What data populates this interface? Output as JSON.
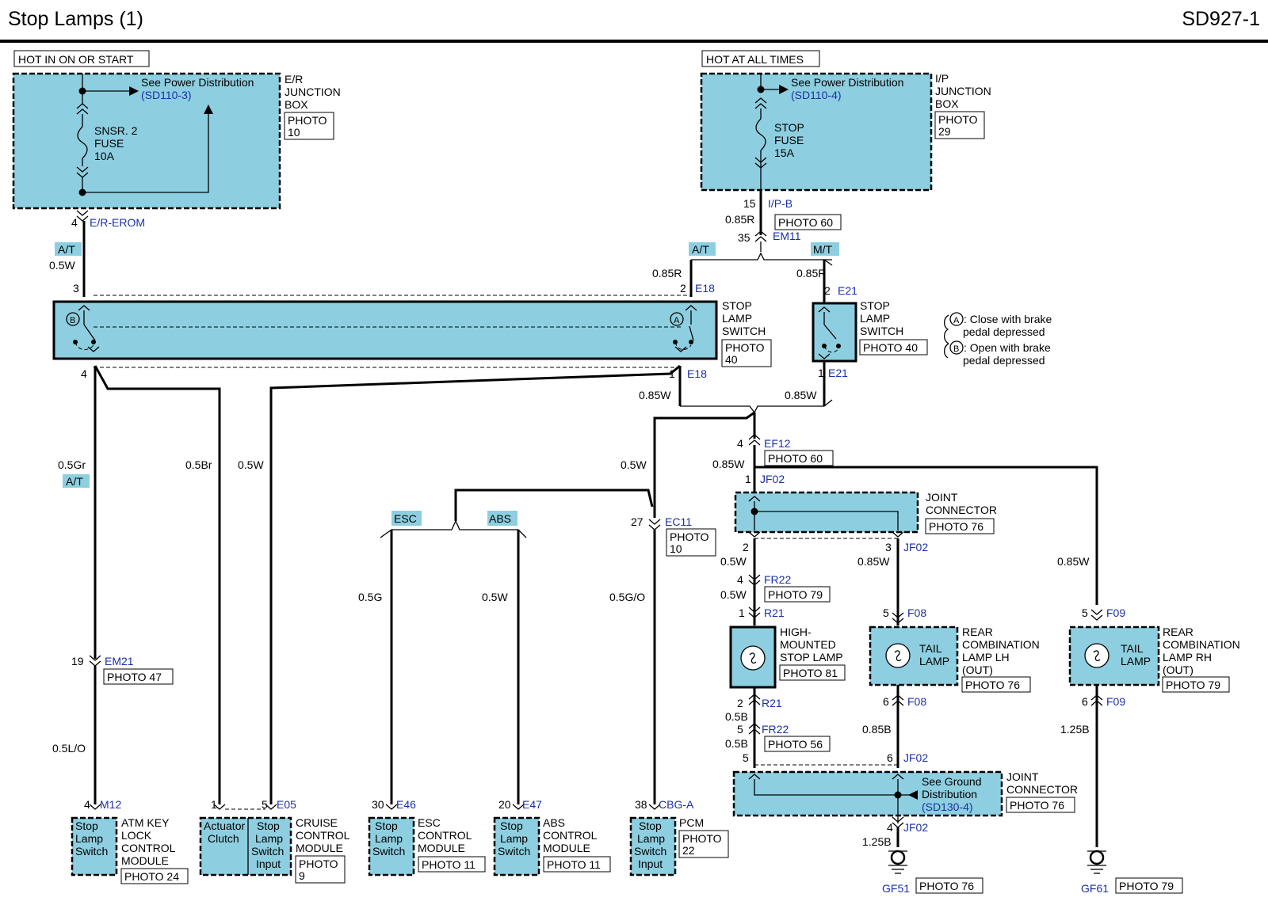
{
  "title": "Stop Lamps (1)",
  "code": "SD927-1",
  "power": {
    "left_source": "HOT IN ON OR START",
    "right_source": "HOT AT ALL TIMES",
    "left_see": "See Power Distribution",
    "left_ref": "(SD110-3)",
    "right_see": "See Power Distribution",
    "right_ref": "(SD110-4)",
    "left_fuse": [
      "SNSR. 2",
      "FUSE",
      "10A"
    ],
    "right_fuse": [
      "STOP",
      "FUSE",
      "15A"
    ],
    "left_box": [
      "E/R",
      "JUNCTION",
      "BOX"
    ],
    "right_box": [
      "I/P",
      "JUNCTION",
      "BOX"
    ],
    "left_photo": [
      "PHOTO",
      "10"
    ],
    "right_photo": [
      "PHOTO",
      "29"
    ]
  },
  "connectors": {
    "er_erom": "E/R-EROM",
    "ipb": "I/P-B",
    "em11": "EM11",
    "e18": "E18",
    "e21": "E21",
    "ef12": "EF12",
    "jf02": "JF02",
    "ec11": "EC11",
    "em21": "EM21",
    "fr22": "FR22",
    "r21": "R21",
    "f08": "F08",
    "f09": "F09",
    "m12": "M12",
    "e05": "E05",
    "e46": "E46",
    "e47": "E47",
    "cbga": "CBG-A",
    "gf51": "GF51",
    "gf61": "GF61"
  },
  "pins": {
    "p4": "4",
    "p3": "3",
    "p2": "2",
    "p1": "1",
    "p5": "5",
    "p6": "6",
    "p15": "15",
    "p35": "35",
    "p19": "19",
    "p27": "27",
    "p30": "30",
    "p20": "20",
    "p38": "38"
  },
  "wires": {
    "w05W": "0.5W",
    "w085R": "0.85R",
    "w05Gr": "0.5Gr",
    "w05Br": "0.5Br",
    "w085W": "0.85W",
    "w05G": "0.5G",
    "w05GO": "0.5G/O",
    "w05LO": "0.5L/O",
    "w05B": "0.5B",
    "w085B": "0.85B",
    "w125B": "1.25B"
  },
  "tags": {
    "at": "A/T",
    "mt": "M/T",
    "esc": "ESC",
    "abs": "ABS"
  },
  "photos": {
    "ph60": "PHOTO 60",
    "ph40": "PHOTO 40",
    "ph40a": "PHOTO",
    "ph40b": "40",
    "ph76": "PHOTO 76",
    "ph10a": "PHOTO",
    "ph10b": "10",
    "ph47": "PHOTO 47",
    "ph79": "PHOTO 79",
    "ph81": "PHOTO 81",
    "ph56": "PHOTO 56",
    "ph24": "PHOTO 24",
    "ph9a": "PHOTO",
    "ph9b": "9",
    "ph11": "PHOTO 11",
    "ph22a": "PHOTO",
    "ph22b": "22"
  },
  "components": {
    "stop_lamp_switch": [
      "STOP",
      "LAMP",
      "SWITCH"
    ],
    "joint_connector": [
      "JOINT",
      "CONNECTOR"
    ],
    "high_mount": [
      "HIGH-",
      "MOUNTED",
      "STOP LAMP"
    ],
    "tail_lamp": [
      "TAIL",
      "LAMP"
    ],
    "rear_lh": [
      "REAR",
      "COMBINATION",
      "LAMP LH",
      "(OUT)"
    ],
    "rear_rh": [
      "REAR",
      "COMBINATION",
      "LAMP RH",
      "(OUT)"
    ],
    "ground_see": [
      "See Ground",
      "Distribution"
    ],
    "ground_ref": "(SD130-4)",
    "stop_lamp_switch_small": [
      "Stop",
      "Lamp",
      "Switch"
    ],
    "stop_lamp_switch_input": [
      "Stop",
      "Lamp",
      "Switch",
      "Input"
    ],
    "actuator_clutch": [
      "Actuator",
      "Clutch"
    ],
    "atm_module": [
      "ATM KEY",
      "LOCK",
      "CONTROL",
      "MODULE"
    ],
    "cruise_module": [
      "CRUISE",
      "CONTROL",
      "MODULE"
    ],
    "esc_module": [
      "ESC",
      "CONTROL",
      "MODULE"
    ],
    "abs_module": [
      "ABS",
      "CONTROL",
      "MODULE"
    ],
    "pcm": "PCM"
  },
  "legend": {
    "a_mark": "A",
    "b_mark": "B",
    "a_text": [
      ": Close with brake",
      "pedal depressed"
    ],
    "b_text": [
      ": Open with brake",
      "pedal depressed"
    ]
  }
}
